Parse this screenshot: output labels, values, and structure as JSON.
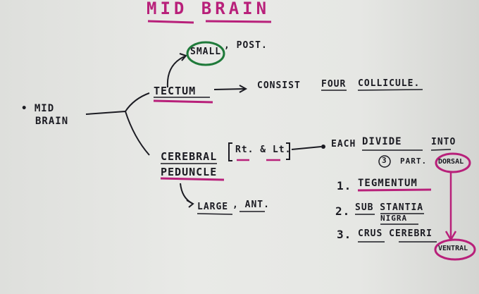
{
  "title": "MID BRAIN",
  "root": {
    "line1": "• MID",
    "line2": "BRAIN"
  },
  "tectum": {
    "label": "TECTUM",
    "small": "SMALL",
    "post": ", POST.",
    "consist": "CONSIST",
    "four": "FOUR",
    "collicule": "COLLICULE."
  },
  "peduncle": {
    "line1": "CEREBRAL",
    "line2": "PEDUNCLE",
    "sides": "Rt. & Lt.",
    "large": "LARGE",
    "ant": ", ANT.",
    "each": "EACH",
    "divide": "DIVIDE",
    "into": "INTO",
    "count": "3",
    "part": "PART.",
    "dorsal": "DORSAL",
    "ventral": "VENTRAL"
  },
  "parts": [
    {
      "num": "1.",
      "name": "TEGMENTUM"
    },
    {
      "num": "2.",
      "name": "SUB STANTIA",
      "name2": "NIGRA"
    },
    {
      "num": "3.",
      "name": "CRUS CEREBRI"
    }
  ],
  "colors": {
    "ink": "#1b1b22",
    "highlight": "#b8207a",
    "circle_green": "#1f7a3a"
  }
}
